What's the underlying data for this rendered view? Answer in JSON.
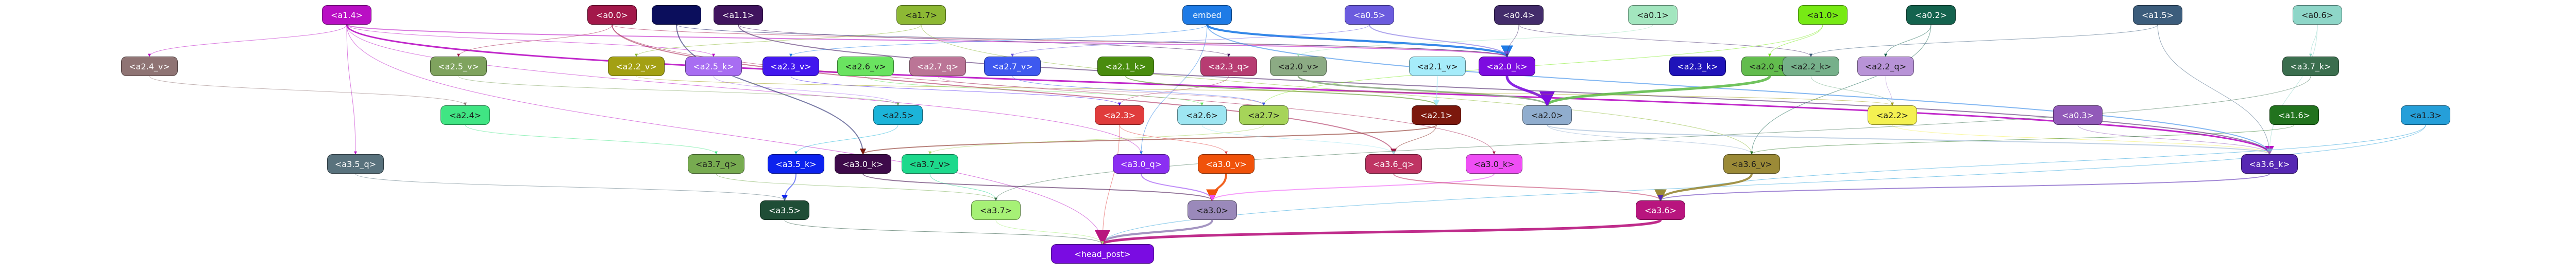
{
  "nodes": [
    {
      "id": "a14",
      "label": "<a1.4>",
      "color": "#b90fc4",
      "text": "#ffffff"
    },
    {
      "id": "a00",
      "label": "<a0.0>",
      "color": "#a3184a",
      "text": "#ffffff"
    },
    {
      "id": "top3",
      "label": "",
      "color": "#0b0e5c",
      "text": "#ffffff"
    },
    {
      "id": "a11",
      "label": "<a1.1>",
      "color": "#40145e",
      "text": "#ffffff"
    },
    {
      "id": "a17",
      "label": "<a1.7>",
      "color": "#8db834",
      "text": "#1a1a1a"
    },
    {
      "id": "embed",
      "label": "embed",
      "color": "#1e7be6",
      "text": "#ffffff"
    },
    {
      "id": "a05",
      "label": "<a0.5>",
      "color": "#6b5bde",
      "text": "#ffffff"
    },
    {
      "id": "a04",
      "label": "<a0.4>",
      "color": "#432c6b",
      "text": "#ffffff"
    },
    {
      "id": "a01",
      "label": "<a0.1>",
      "color": "#a3e6bf",
      "text": "#1a1a1a"
    },
    {
      "id": "a10",
      "label": "<a1.0>",
      "color": "#77ea14",
      "text": "#1a1a1a"
    },
    {
      "id": "a02",
      "label": "<a0.2>",
      "color": "#14634e",
      "text": "#ffffff"
    },
    {
      "id": "a15",
      "label": "<a1.5>",
      "color": "#3c5d7c",
      "text": "#ffffff"
    },
    {
      "id": "a06",
      "label": "<a0.6>",
      "color": "#8ed6c8",
      "text": "#1a1a1a"
    },
    {
      "id": "a24v",
      "label": "<a2.4_v>",
      "color": "#8f7474",
      "text": "#ffffff"
    },
    {
      "id": "a25v",
      "label": "<a2.5_v>",
      "color": "#7fa35e",
      "text": "#ffffff"
    },
    {
      "id": "a22v",
      "label": "<a2.2_v>",
      "color": "#a3a013",
      "text": "#ffffff"
    },
    {
      "id": "a25k",
      "label": "<a2.5_k>",
      "color": "#a86df2",
      "text": "#ffffff"
    },
    {
      "id": "a23v",
      "label": "<a2.3_v>",
      "color": "#4217ee",
      "text": "#ffffff"
    },
    {
      "id": "a26v",
      "label": "<a2.6_v>",
      "color": "#6ae360",
      "text": "#1a1a1a"
    },
    {
      "id": "a27q",
      "label": "<a2.7_q>",
      "color": "#bb7596",
      "text": "#ffffff"
    },
    {
      "id": "a27v",
      "label": "<a2.7_v>",
      "color": "#3e59ef",
      "text": "#ffffff"
    },
    {
      "id": "a21k",
      "label": "<a2.1_k>",
      "color": "#498c0e",
      "text": "#ffffff"
    },
    {
      "id": "a23q",
      "label": "<a2.3_q>",
      "color": "#b73c72",
      "text": "#ffffff"
    },
    {
      "id": "a20v",
      "label": "<a2.0_v>",
      "color": "#8cab84",
      "text": "#1a1a1a"
    },
    {
      "id": "a21v",
      "label": "<a2.1_v>",
      "color": "#a6ecfa",
      "text": "#1a1a1a"
    },
    {
      "id": "a20k",
      "label": "<a2.0_k>",
      "color": "#7d0ce0",
      "text": "#ffffff"
    },
    {
      "id": "a23k",
      "label": "<a2.3_k>",
      "color": "#1f13b9",
      "text": "#ffffff"
    },
    {
      "id": "a20q",
      "label": "<a2.0_q>",
      "color": "#62bc4d",
      "text": "#1a1a1a"
    },
    {
      "id": "a22k",
      "label": "<a2.2_k>",
      "color": "#76b08a",
      "text": "#1a1a1a"
    },
    {
      "id": "a22q",
      "label": "<a2.2_q>",
      "color": "#b893d7",
      "text": "#1a1a1a"
    },
    {
      "id": "a37k",
      "label": "<a3.7_k>",
      "color": "#3b6e4e",
      "text": "#ffffff"
    },
    {
      "id": "a24",
      "label": "<a2.4>",
      "color": "#40e583",
      "text": "#1a1a1a"
    },
    {
      "id": "a25",
      "label": "<a2.5>",
      "color": "#1cb4d9",
      "text": "#1a1a1a"
    },
    {
      "id": "a23",
      "label": "<a2.3>",
      "color": "#e03c3c",
      "text": "#ffffff"
    },
    {
      "id": "a26",
      "label": "<a2.6>",
      "color": "#9ee6f2",
      "text": "#1a1a1a"
    },
    {
      "id": "a27",
      "label": "<a2.7>",
      "color": "#a6d459",
      "text": "#1a1a1a"
    },
    {
      "id": "a21",
      "label": "<a2.1>",
      "color": "#7c180d",
      "text": "#ffffff"
    },
    {
      "id": "a20",
      "label": "<a2.0>",
      "color": "#90adce",
      "text": "#1a1a1a"
    },
    {
      "id": "a22",
      "label": "<a2.2>",
      "color": "#f4f151",
      "text": "#1a1a1a"
    },
    {
      "id": "a03",
      "label": "<a0.3>",
      "color": "#925ab9",
      "text": "#ffffff"
    },
    {
      "id": "a16",
      "label": "<a1.6>",
      "color": "#22731e",
      "text": "#ffffff"
    },
    {
      "id": "a13",
      "label": "<a1.3>",
      "color": "#259fd9",
      "text": "#1a1a1a"
    },
    {
      "id": "a35q",
      "label": "<a3.5_q>",
      "color": "#59727d",
      "text": "#ffffff"
    },
    {
      "id": "a37q",
      "label": "<a3.7_q>",
      "color": "#77ab50",
      "text": "#1a1a1a"
    },
    {
      "id": "a35k",
      "label": "<a3.5_k>",
      "color": "#0c22ee",
      "text": "#ffffff"
    },
    {
      "id": "a30k",
      "label": "<a3.0_k>",
      "color": "#3e0a4a",
      "text": "#ffffff"
    },
    {
      "id": "a37v",
      "label": "<a3.7_v>",
      "color": "#1dd98c",
      "text": "#1a1a1a"
    },
    {
      "id": "a30q",
      "label": "<a3.0_q>",
      "color": "#8b2ef2",
      "text": "#ffffff"
    },
    {
      "id": "a30v",
      "label": "<a3.0_v>",
      "color": "#f0520a",
      "text": "#ffffff"
    },
    {
      "id": "a36q",
      "label": "<a3.6_q>",
      "color": "#bf3463",
      "text": "#ffffff"
    },
    {
      "id": "a30k2",
      "label": "<a3.0_k>",
      "color": "#ef4ef5",
      "text": "#1a1a1a"
    },
    {
      "id": "a36v",
      "label": "<a3.6_v>",
      "color": "#9b8a37",
      "text": "#1a1a1a"
    },
    {
      "id": "a36k",
      "label": "<a3.6_k>",
      "color": "#5627b3",
      "text": "#ffffff"
    },
    {
      "id": "a35",
      "label": "<a3.5>",
      "color": "#1f4d36",
      "text": "#ffffff"
    },
    {
      "id": "a37",
      "label": "<a3.7>",
      "color": "#a6f176",
      "text": "#1a1a1a"
    },
    {
      "id": "a30",
      "label": "<a3.0>",
      "color": "#9a89ba",
      "text": "#1a1a1a"
    },
    {
      "id": "a36",
      "label": "<a3.6>",
      "color": "#b8157e",
      "text": "#ffffff"
    },
    {
      "id": "head_post",
      "label": "<head_post>",
      "color": "#7a0ce2",
      "text": "#ffffff"
    }
  ],
  "edges": [
    {
      "from": "a14",
      "to": "head_post",
      "color": "#b90fc4",
      "weight": 1
    },
    {
      "from": "a14",
      "to": "a36k",
      "color": "#b90fc4",
      "weight": 3
    },
    {
      "from": "a14",
      "to": "a20k",
      "color": "#b90fc4",
      "weight": 2
    },
    {
      "from": "a14",
      "to": "a24v",
      "color": "#b90fc4",
      "weight": 1
    },
    {
      "from": "a14",
      "to": "a35q",
      "color": "#b90fc4",
      "weight": 1
    },
    {
      "from": "a14",
      "to": "a30q",
      "color": "#b90fc4",
      "weight": 1
    },
    {
      "from": "a14",
      "to": "a25k",
      "color": "#b90fc4",
      "weight": 1
    },
    {
      "from": "a00",
      "to": "a36q",
      "color": "#a3184a",
      "weight": 2
    },
    {
      "from": "a00",
      "to": "a20k",
      "color": "#a3184a",
      "weight": 1
    },
    {
      "from": "a00",
      "to": "a25v",
      "color": "#a3184a",
      "weight": 1
    },
    {
      "from": "a00",
      "to": "a30k2",
      "color": "#a3184a",
      "weight": 1
    },
    {
      "from": "top3",
      "to": "a30k",
      "color": "#0b0e5c",
      "weight": 2
    },
    {
      "from": "top3",
      "to": "a20k",
      "color": "#0b0e5c",
      "weight": 1
    },
    {
      "from": "a11",
      "to": "a36k",
      "color": "#40145e",
      "weight": 2
    },
    {
      "from": "a11",
      "to": "a23q",
      "color": "#40145e",
      "weight": 1
    },
    {
      "from": "a17",
      "to": "a22v",
      "color": "#8db834",
      "weight": 1
    },
    {
      "from": "a17",
      "to": "a36v",
      "color": "#8db834",
      "weight": 1
    },
    {
      "from": "embed",
      "to": "a20k",
      "color": "#1e7be6",
      "weight": 4
    },
    {
      "from": "embed",
      "to": "a36k",
      "color": "#1e7be6",
      "weight": 2
    },
    {
      "from": "embed",
      "to": "a30q",
      "color": "#1e7be6",
      "weight": 1
    },
    {
      "from": "embed",
      "to": "a23v",
      "color": "#1e7be6",
      "weight": 1
    },
    {
      "from": "a05",
      "to": "a20k",
      "color": "#6b5bde",
      "weight": 2
    },
    {
      "from": "a05",
      "to": "a27v",
      "color": "#6b5bde",
      "weight": 1
    },
    {
      "from": "a04",
      "to": "a20k",
      "color": "#432c6b",
      "weight": 1
    },
    {
      "from": "a04",
      "to": "a22k",
      "color": "#432c6b",
      "weight": 1
    },
    {
      "from": "a01",
      "to": "a20v",
      "color": "#a3e6bf",
      "weight": 1
    },
    {
      "from": "a10",
      "to": "a20q",
      "color": "#77ea14",
      "weight": 1
    },
    {
      "from": "a10",
      "to": "a27",
      "color": "#77ea14",
      "weight": 1
    },
    {
      "from": "a02",
      "to": "a22q",
      "color": "#14634e",
      "weight": 1
    },
    {
      "from": "a02",
      "to": "a36v",
      "color": "#14634e",
      "weight": 1
    },
    {
      "from": "a15",
      "to": "a22k",
      "color": "#3c5d7c",
      "weight": 1
    },
    {
      "from": "a15",
      "to": "a36k",
      "color": "#3c5d7c",
      "weight": 1
    },
    {
      "from": "a06",
      "to": "a37k",
      "color": "#8ed6c8",
      "weight": 1
    },
    {
      "from": "a06",
      "to": "a36k",
      "color": "#8ed6c8",
      "weight": 1
    },
    {
      "from": "a20q",
      "to": "a20",
      "color": "#62bc4d",
      "weight": 5
    },
    {
      "from": "a20v",
      "to": "a20",
      "color": "#8cab84",
      "weight": 3
    },
    {
      "from": "a20k",
      "to": "a20",
      "color": "#7d0ce0",
      "weight": 5
    },
    {
      "from": "a21k",
      "to": "a21",
      "color": "#498c0e",
      "weight": 2
    },
    {
      "from": "a21v",
      "to": "a21",
      "color": "#a6ecfa",
      "weight": 2
    },
    {
      "from": "a23q",
      "to": "a23",
      "color": "#b73c72",
      "weight": 1
    },
    {
      "from": "a23v",
      "to": "a23",
      "color": "#4217ee",
      "weight": 1
    },
    {
      "from": "a22k",
      "to": "a22",
      "color": "#76b08a",
      "weight": 1
    },
    {
      "from": "a22q",
      "to": "a22",
      "color": "#b893d7",
      "weight": 1
    },
    {
      "from": "a22v",
      "to": "a22",
      "color": "#a3a013",
      "weight": 1
    },
    {
      "from": "a25k",
      "to": "a25",
      "color": "#a86df2",
      "weight": 1
    },
    {
      "from": "a25v",
      "to": "a25",
      "color": "#7fa35e",
      "weight": 1
    },
    {
      "from": "a26v",
      "to": "a26",
      "color": "#6ae360",
      "weight": 1
    },
    {
      "from": "a27q",
      "to": "a27",
      "color": "#bb7596",
      "weight": 1
    },
    {
      "from": "a27v",
      "to": "a27",
      "color": "#3e59ef",
      "weight": 1
    },
    {
      "from": "a24v",
      "to": "a24",
      "color": "#8f7474",
      "weight": 1
    },
    {
      "from": "a21",
      "to": "a30k",
      "color": "#7c180d",
      "weight": 2
    },
    {
      "from": "a21",
      "to": "a36q",
      "color": "#7c180d",
      "weight": 1
    },
    {
      "from": "a20",
      "to": "a36k",
      "color": "#90adce",
      "weight": 2
    },
    {
      "from": "a20",
      "to": "a36v",
      "color": "#90adce",
      "weight": 1
    },
    {
      "from": "a23",
      "to": "a30v",
      "color": "#e03c3c",
      "weight": 1
    },
    {
      "from": "a23",
      "to": "head_post",
      "color": "#e03c3c",
      "weight": 1
    },
    {
      "from": "a25",
      "to": "a35k",
      "color": "#1cb4d9",
      "weight": 1
    },
    {
      "from": "a26",
      "to": "a36q",
      "color": "#9ee6f2",
      "weight": 1
    },
    {
      "from": "a27",
      "to": "a37v",
      "color": "#a6d459",
      "weight": 1
    },
    {
      "from": "a24",
      "to": "a37q",
      "color": "#40e583",
      "weight": 1
    },
    {
      "from": "a22",
      "to": "a36k",
      "color": "#f4f151",
      "weight": 1
    },
    {
      "from": "a03",
      "to": "a36k",
      "color": "#925ab9",
      "weight": 1
    },
    {
      "from": "a16",
      "to": "a36v",
      "color": "#22731e",
      "weight": 1
    },
    {
      "from": "a13",
      "to": "a36",
      "color": "#259fd9",
      "weight": 1
    },
    {
      "from": "a13",
      "to": "head_post",
      "color": "#259fd9",
      "weight": 1
    },
    {
      "from": "a30q",
      "to": "a30",
      "color": "#8b2ef2",
      "weight": 2
    },
    {
      "from": "a30v",
      "to": "a30",
      "color": "#f0520a",
      "weight": 4
    },
    {
      "from": "a30k",
      "to": "a30",
      "color": "#3e0a4a",
      "weight": 2
    },
    {
      "from": "a30k2",
      "to": "a30",
      "color": "#ef4ef5",
      "weight": 2
    },
    {
      "from": "a35k",
      "to": "a35",
      "color": "#0c22ee",
      "weight": 2
    },
    {
      "from": "a35q",
      "to": "a35",
      "color": "#59727d",
      "weight": 1
    },
    {
      "from": "a37v",
      "to": "a37",
      "color": "#1dd98c",
      "weight": 1
    },
    {
      "from": "a37q",
      "to": "a37",
      "color": "#77ab50",
      "weight": 1
    },
    {
      "from": "a37k",
      "to": "a37",
      "color": "#3b6e4e",
      "weight": 1
    },
    {
      "from": "a36q",
      "to": "a36",
      "color": "#bf3463",
      "weight": 2
    },
    {
      "from": "a36v",
      "to": "a36",
      "color": "#9b8a37",
      "weight": 4
    },
    {
      "from": "a36k",
      "to": "a36",
      "color": "#5627b3",
      "weight": 2
    },
    {
      "from": "a30",
      "to": "head_post",
      "color": "#9a89ba",
      "weight": 4
    },
    {
      "from": "a36",
      "to": "head_post",
      "color": "#b8157e",
      "weight": 5
    },
    {
      "from": "a35",
      "to": "head_post",
      "color": "#1f4d36",
      "weight": 1
    },
    {
      "from": "a37",
      "to": "head_post",
      "color": "#a6f176",
      "weight": 1
    }
  ]
}
